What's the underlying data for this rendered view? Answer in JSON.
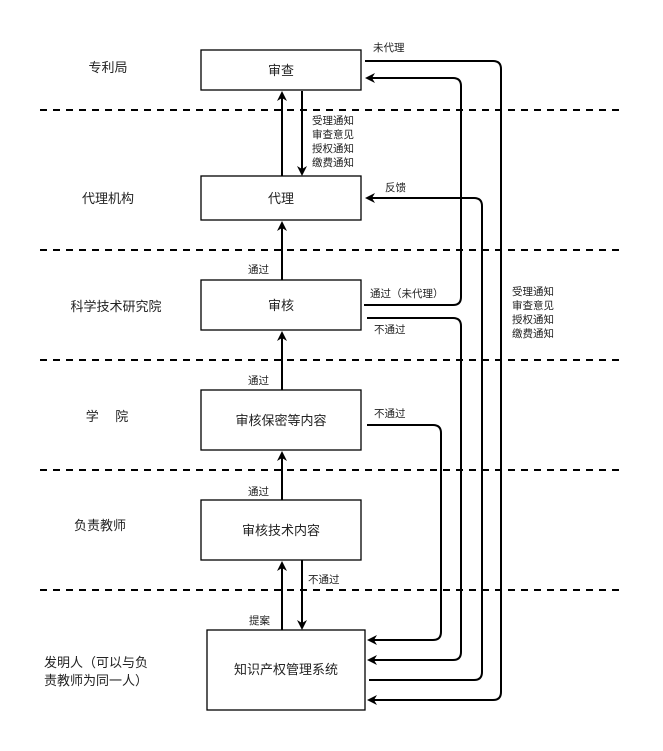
{
  "lanes": [
    {
      "id": "patent-office",
      "label": "专利局"
    },
    {
      "id": "agency",
      "label": "代理机构"
    },
    {
      "id": "research-institute",
      "label": "科学技术研究院"
    },
    {
      "id": "college",
      "label": "学    院"
    },
    {
      "id": "teacher",
      "label": "负责教师"
    },
    {
      "id": "inventor",
      "label_lines": [
        "发明人（可以与负",
        "责教师为同一人）"
      ]
    }
  ],
  "boxes": {
    "examination": "审查",
    "agency": "代理",
    "review": "审核",
    "confidential_review": "审核保密等内容",
    "technical_review": "审核技术内容",
    "ip_system": "知识产权管理系统"
  },
  "edge_labels": {
    "office_notices": [
      "受理通知",
      "审查意见",
      "授权通知",
      "缴费通知"
    ],
    "system_notices": [
      "受理通知",
      "审查意见",
      "授权通知",
      "缴费通知"
    ],
    "not_agent": "未代理",
    "feedback": "反馈",
    "pass_to_agency": "通过",
    "pass_not_agent": "通过（未代理）",
    "reject_institute": "不通过",
    "pass_to_institute": "通过",
    "reject_college": "不通过",
    "pass_to_college": "通过",
    "reject_teacher": "不通过",
    "proposal": "提案"
  }
}
